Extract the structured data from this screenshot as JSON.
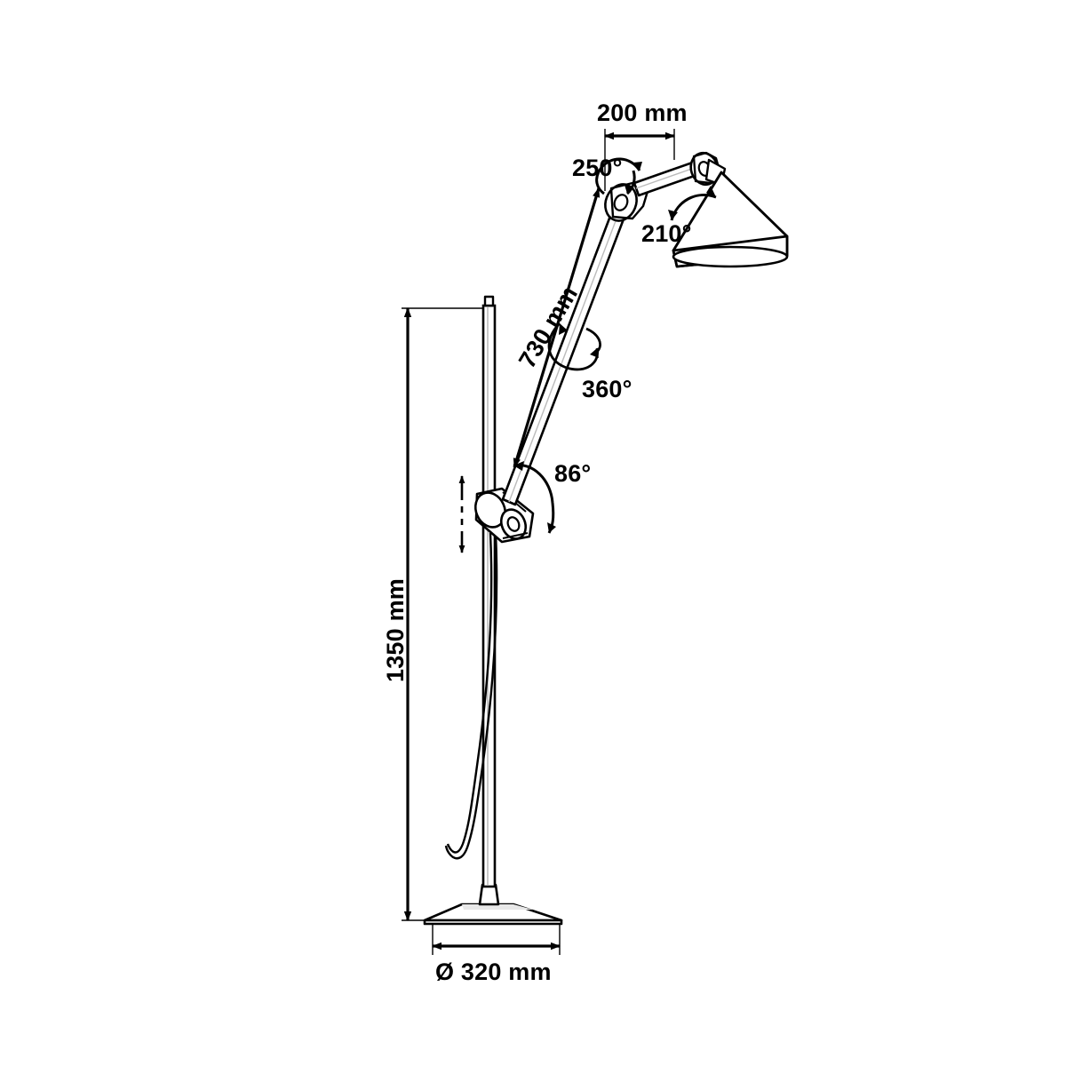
{
  "diagram": {
    "title": "Floor lamp technical dimension drawing",
    "labels": {
      "reach_top": "200 mm",
      "angle_top_joint": "250°",
      "angle_shade": "210°",
      "arm_length": "730 mm",
      "angle_rotation": "360°",
      "angle_lower_joint": "86°",
      "total_height": "1350 mm",
      "base_diameter": "Ø 320 mm"
    },
    "colors": {
      "line": "#000000",
      "fill_light": "#ffffff",
      "fill_mid": "#d9d9d9",
      "background": "#ffffff"
    }
  }
}
